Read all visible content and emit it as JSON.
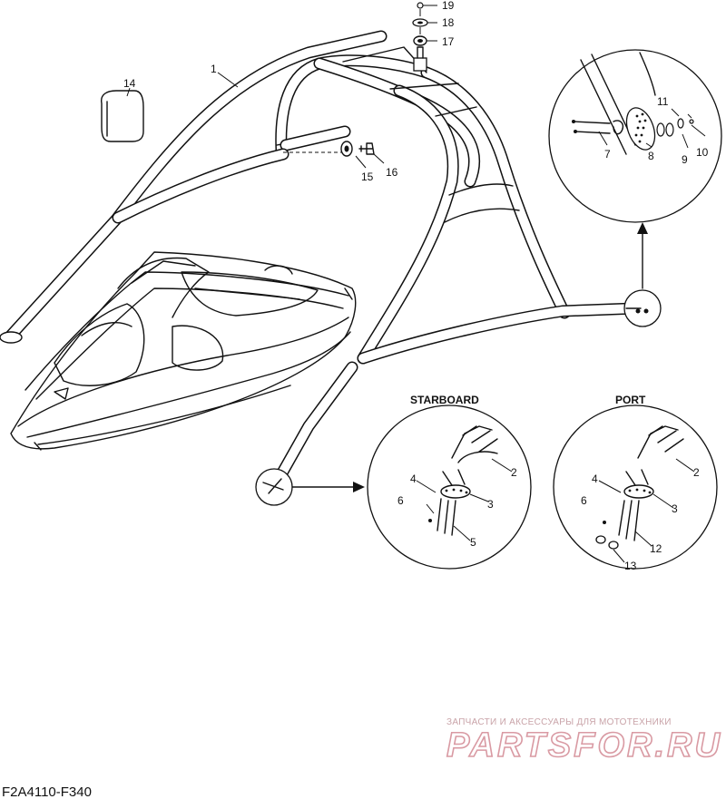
{
  "diagram": {
    "labels": {
      "l1": "1",
      "l2a": "2",
      "l2b": "2",
      "l3a": "3",
      "l3b": "3",
      "l4a": "4",
      "l4b": "4",
      "l5": "5",
      "l6a": "6",
      "l6b": "6",
      "l7": "7",
      "l8": "8",
      "l9": "9",
      "l10": "10",
      "l11": "11",
      "l12": "12",
      "l13": "13",
      "l14": "14",
      "l15": "15",
      "l16": "16",
      "l17": "17",
      "l18": "18",
      "l19": "19"
    },
    "headings": {
      "starboard": "STARBOARD",
      "port": "PORT"
    },
    "figure_code": "F2A4110-F340"
  },
  "watermark": {
    "line1": "ЗАПЧАСТИ И АКСЕССУАРЫ ДЛЯ МОТОТЕХНИКИ",
    "line2": "PARTSFOR.RU"
  },
  "colors": {
    "ink": "#111111",
    "watermark": "#d99aa3",
    "background": "#ffffff"
  }
}
